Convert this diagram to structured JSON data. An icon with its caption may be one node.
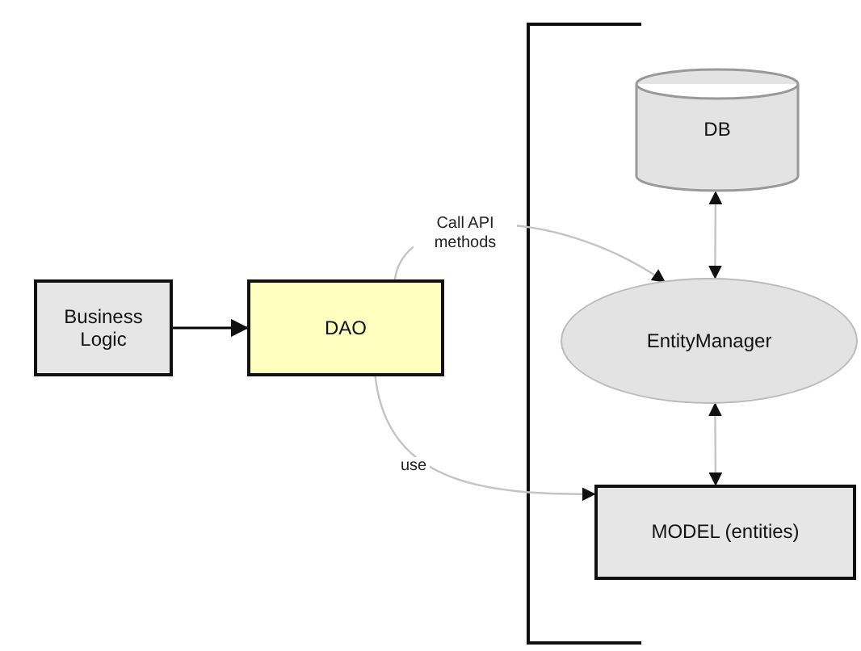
{
  "diagram": {
    "nodes": [
      {
        "text": [
          "Business Logic"
        ]
      },
      {
        "text": [
          "DAO"
        ]
      },
      {
        "text": [
          "DB"
        ]
      },
      {
        "text": [
          "EntityManager"
        ]
      },
      {
        "text": [
          "MODEL (entities)"
        ]
      }
    ],
    "edges": [
      {
        "from": 0,
        "to": 1,
        "arrow": "to",
        "color": "#000000"
      },
      {
        "from": 1,
        "to": 3,
        "arrow": "to",
        "label": "Call API methods"
      },
      {
        "from": 1,
        "to": 4,
        "arrow": "to",
        "label": "use"
      },
      {
        "from": 2,
        "to": 3,
        "arrow": "both"
      },
      {
        "from": 3,
        "to": 4,
        "arrow": "both"
      }
    ]
  }
}
